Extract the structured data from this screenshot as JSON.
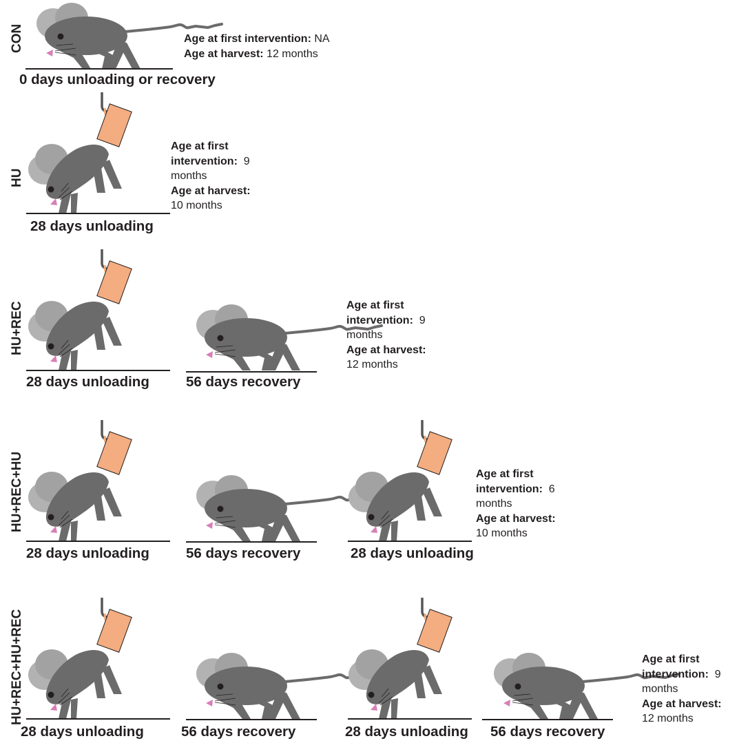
{
  "colors": {
    "mouse_body": "#6c6b6c",
    "mouse_ear_back": "#b3b2b3",
    "mouse_ear_front": "#a3a2a3",
    "legs_tail": "#6c6b6c",
    "nose": "#d77fb8",
    "weight": "#f4ad80",
    "hook": "#575757",
    "text": "#231f20"
  },
  "icons": [
    "standing-mouse-icon",
    "suspended-mouse-icon",
    "tail-weight-icon",
    "hook-icon"
  ],
  "rows": [
    {
      "group": "CON",
      "stages": [
        "0 days unloading or recovery"
      ],
      "info": {
        "first_label": "Age at first intervention:",
        "first_value": "NA",
        "harvest_label": "Age at harvest:",
        "harvest_value": "12 months"
      }
    },
    {
      "group": "HU",
      "stages": [
        "28 days unloading"
      ],
      "info": {
        "first_label_1": "Age at first",
        "first_label_2": "intervention:",
        "first_value": "9",
        "first_unit": "months",
        "harvest_label": "Age at harvest:",
        "harvest_value": "10 months"
      }
    },
    {
      "group": "HU+REC",
      "stages": [
        "28 days unloading",
        "56 days recovery"
      ],
      "info": {
        "first_label_1": "Age at first",
        "first_label_2": "intervention:",
        "first_value": "9",
        "first_unit": "months",
        "harvest_label": "Age at harvest:",
        "harvest_value": "12 months"
      }
    },
    {
      "group": "HU+REC+HU",
      "stages": [
        "28 days unloading",
        "56 days recovery",
        "28 days unloading"
      ],
      "info": {
        "first_label_1": "Age at first",
        "first_label_2": "intervention:",
        "first_value": "6",
        "first_unit": "months",
        "harvest_label": "Age at harvest:",
        "harvest_value": "10 months"
      }
    },
    {
      "group": "HU+REC+HU+REC",
      "stages": [
        "28 days unloading",
        "56 days recovery",
        "28 days unloading",
        "56 days recovery"
      ],
      "info": {
        "first_label_1": "Age at first",
        "first_label_2": "intervention:",
        "first_value": "9",
        "first_unit": "months",
        "harvest_label": "Age at harvest:",
        "harvest_value": "12 months"
      }
    }
  ]
}
